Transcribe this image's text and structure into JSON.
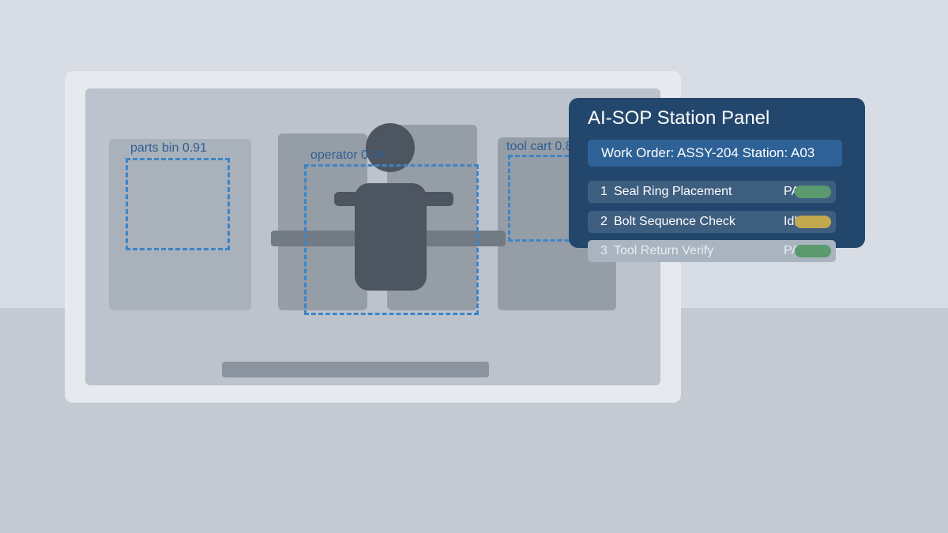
{
  "scene": {
    "detections": [
      {
        "label": "parts bin 0.91"
      },
      {
        "label": "operator 0.94"
      },
      {
        "label": "tool cart 0.88"
      }
    ]
  },
  "panel": {
    "title": "AI-SOP Station Panel",
    "work_order": "Work Order: ASSY-204  Station: A03",
    "steps": [
      {
        "num": "1",
        "name": "Seal Ring Placement",
        "status": "PASS",
        "status_color": "#5a9a6e"
      },
      {
        "num": "2",
        "name": "Bolt Sequence Check",
        "status": "Idle",
        "status_color": "#c2a84f"
      },
      {
        "num": "3",
        "name": "Tool Return Verify",
        "status": "PASS",
        "status_color": "#5a9a6e"
      }
    ]
  },
  "colors": {
    "panel_bg": "#23476c",
    "detection_box": "#3d85c6"
  }
}
